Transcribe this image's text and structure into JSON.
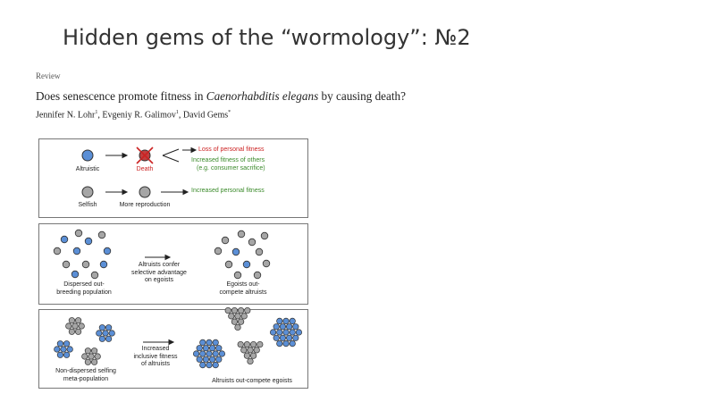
{
  "slide": {
    "title": "Hidden gems of the “wormology”: №2"
  },
  "paper": {
    "kind": "Review",
    "title_before": "Does senescence promote fitness in ",
    "title_italic": "Caenorhabditis elegans",
    "title_after": " by causing death?",
    "author_1": "Jennifer N. Lohr",
    "author_1_aff": "1",
    "author_2": ", Evgeniy R. Galimov",
    "author_2_aff": "1",
    "author_3": ", David Gems",
    "author_3_mark": "*"
  },
  "panel1": {
    "altruistic": "Altruistic",
    "death": "Death",
    "loss": "Loss of personal fitness",
    "increased_others": "Increased fitness of others",
    "consumer": "(e.g. consumer sacrifice)",
    "selfish": "Selfish",
    "more_reproduction": "More reproduction",
    "increased_personal": "Increased personal fitness"
  },
  "panel2": {
    "left_label": "Dispersed out-\nbreeding population",
    "middle_label": "Altruists confer\nselective advantage\non egoists",
    "right_label": "Egoists out-\ncompete altruists"
  },
  "panel3": {
    "left_label": "Non-dispersed selfing\nmeta-population",
    "middle_label": "Increased\ninclusive fitness\nof altruists",
    "right_label": "Altruists out-compete egoists"
  },
  "colors": {
    "altruist_blue": "#5b8fd6",
    "egoist_gray": "#a6a6a6",
    "death_red": "#cc2222",
    "text_green": "#3a8a2a",
    "panel_border": "#777777"
  }
}
